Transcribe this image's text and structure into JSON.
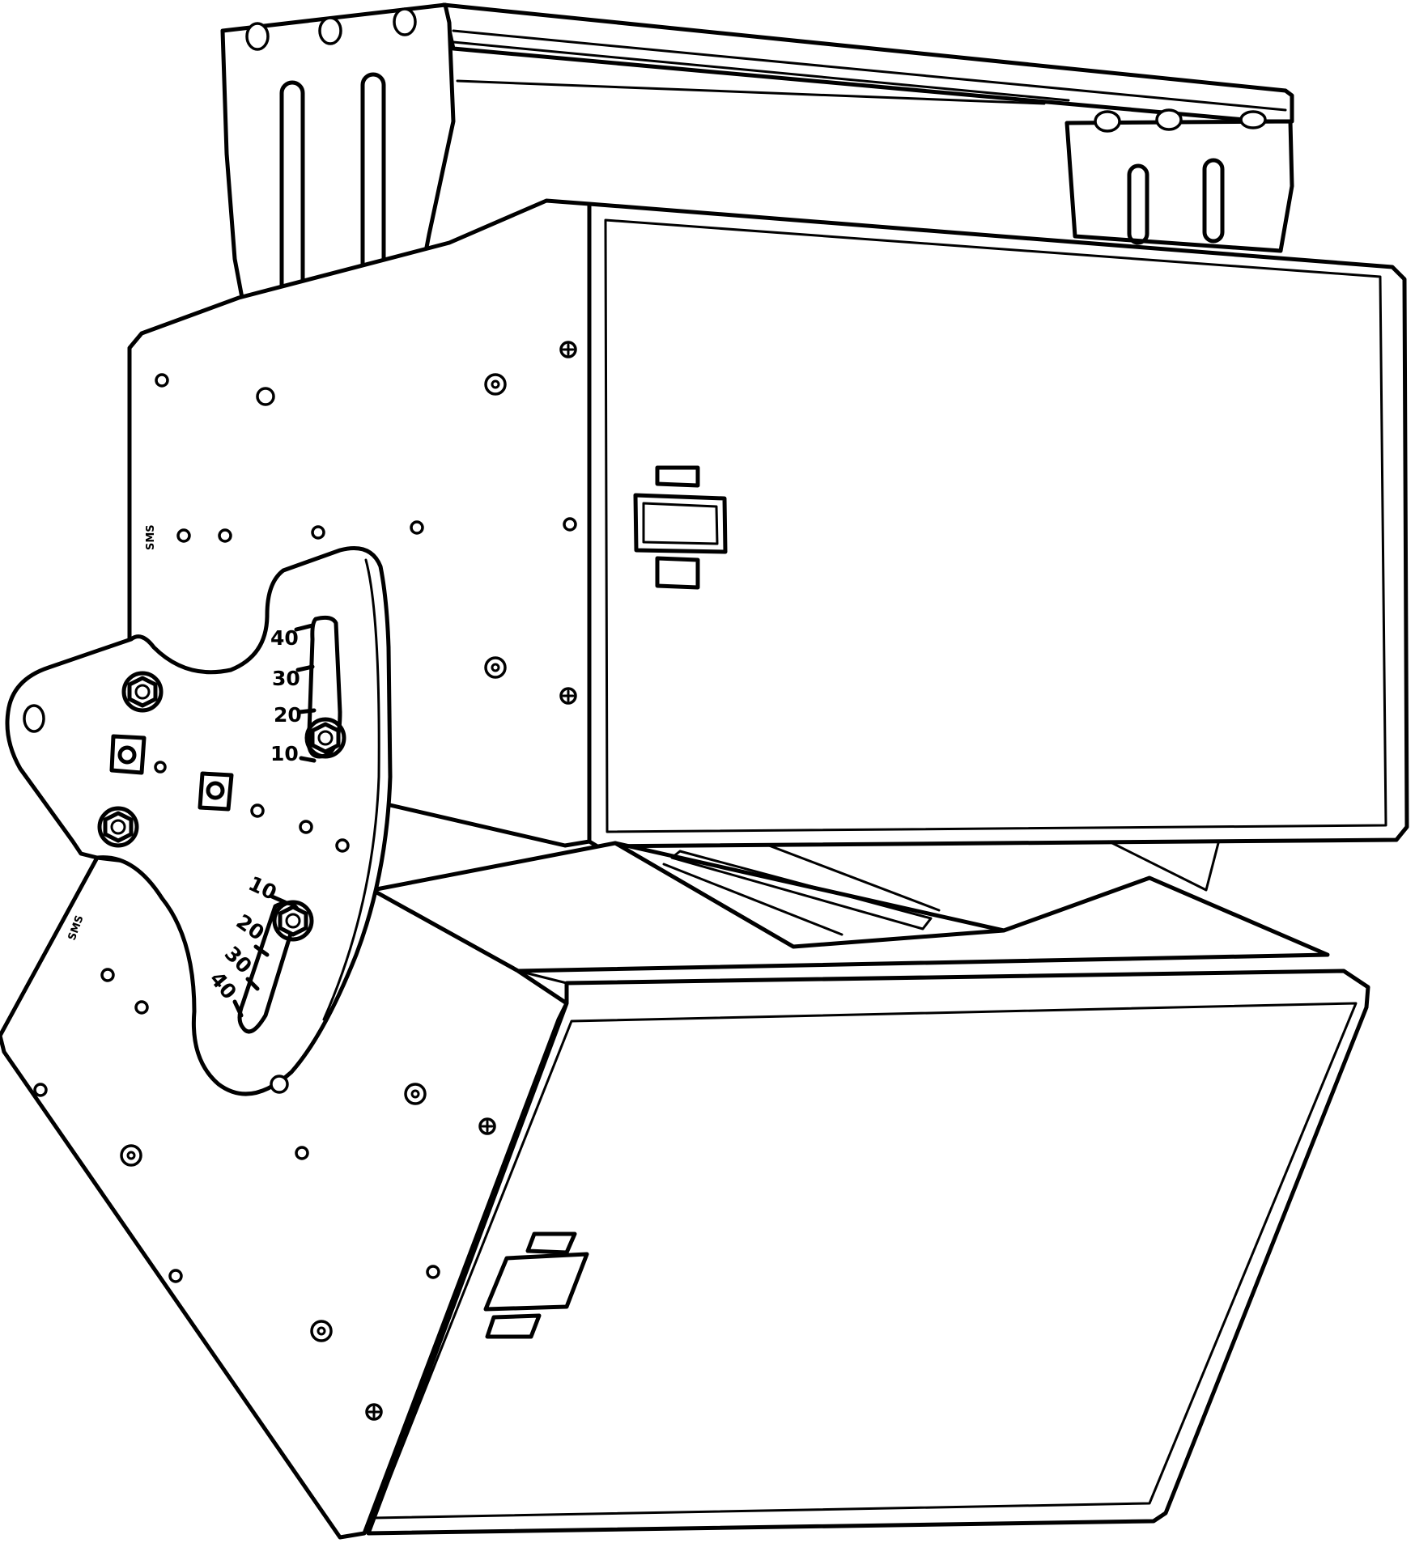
{
  "drawing": {
    "upper_scale_labels": [
      "40",
      "30",
      "20",
      "10"
    ],
    "lower_scale_labels": [
      "10",
      "20",
      "30",
      "40"
    ],
    "side_marking": "SMS"
  },
  "colors": {
    "line": "#000000",
    "background": "#ffffff"
  }
}
